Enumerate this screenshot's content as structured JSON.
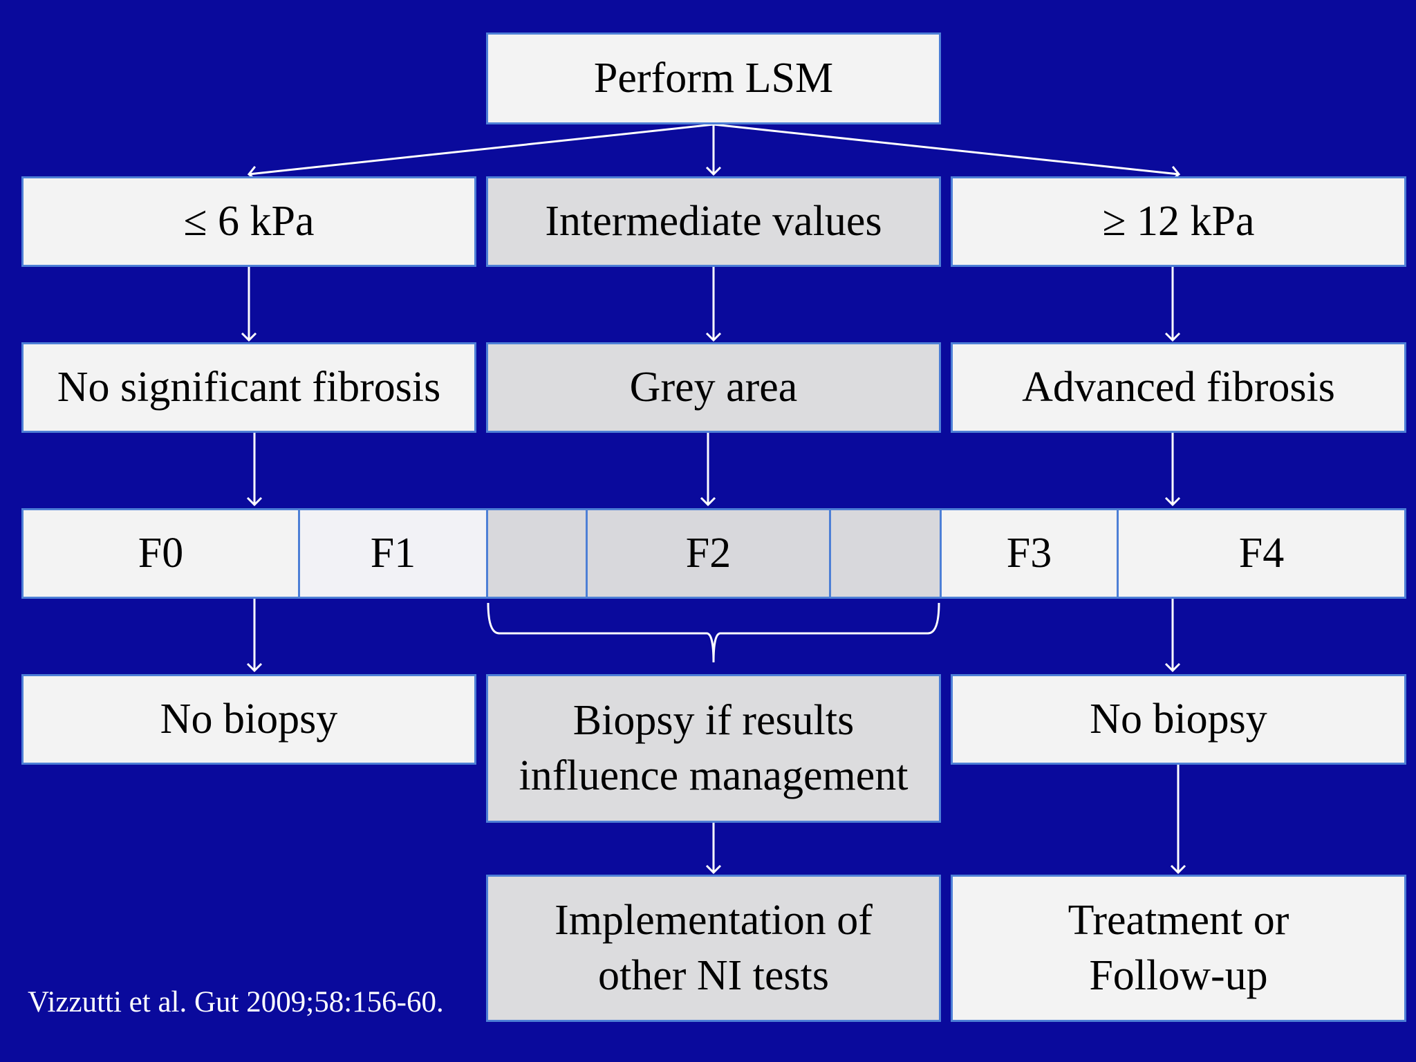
{
  "top": {
    "label": "Perform LSM"
  },
  "level1": {
    "left": "≤ 6 kPa",
    "middle": "Intermediate values",
    "right": "≥ 12 kPa"
  },
  "level2": {
    "left": "No significant fibrosis",
    "middle": "Grey area",
    "right": "Advanced fibrosis"
  },
  "stages": [
    "F0",
    "F1",
    "",
    "F2",
    "",
    "F3",
    "F4"
  ],
  "level4": {
    "left": "No biopsy",
    "middle_line1": "Biopsy if results",
    "middle_line2": "influence management",
    "right": "No biopsy"
  },
  "level5": {
    "middle_line1": "Implementation of",
    "middle_line2": "other NI tests",
    "right_line1": "Treatment or",
    "right_line2": "Follow-up"
  },
  "citation": "Vizzutti et al. Gut 2009;58:156-60.",
  "colors": {
    "background": "#0a0a9c",
    "box_fill": "#f3f3f3",
    "grey_fill": "#dcdcde",
    "border": "#4d7fd6",
    "arrows": "#ffffff"
  }
}
